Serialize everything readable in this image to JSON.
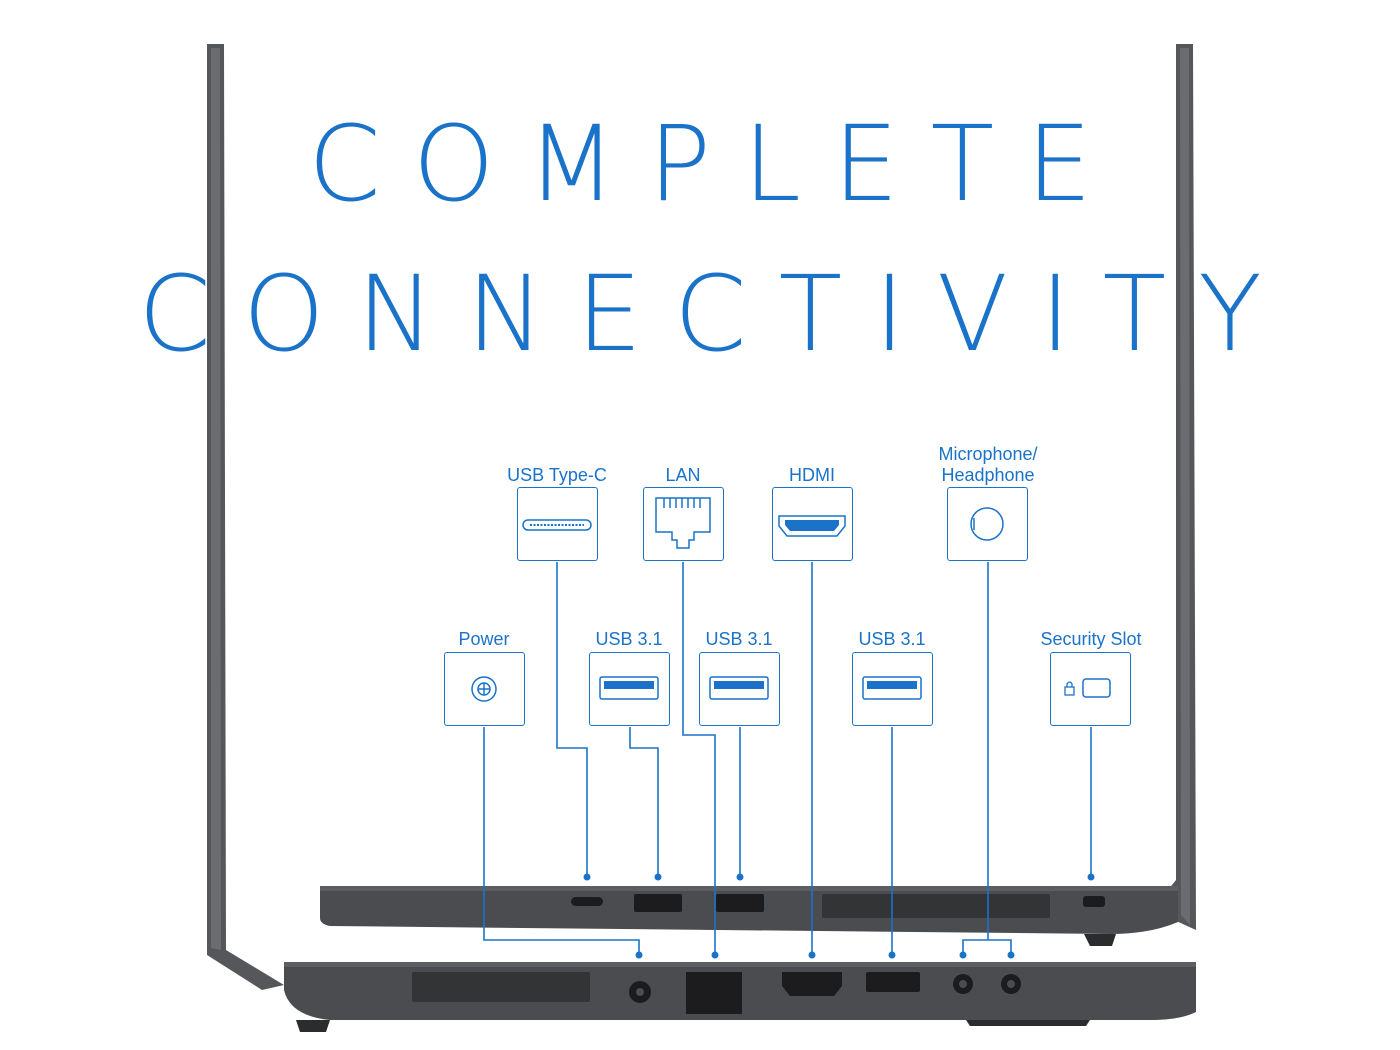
{
  "headline": {
    "line1": "COMPLETE",
    "line2": "CONNECTIVITY"
  },
  "ports_top_row": [
    {
      "label": "USB Type-C",
      "icon": "usb-type-c-icon"
    },
    {
      "label": "LAN",
      "icon": "lan-port-icon"
    },
    {
      "label": "HDMI",
      "icon": "hdmi-port-icon"
    },
    {
      "label": "Microphone/",
      "label2": "Headphone",
      "icon": "audio-jack-icon"
    }
  ],
  "ports_bottom_row": [
    {
      "label": "Power",
      "icon": "power-port-icon"
    },
    {
      "label": "USB 3.1",
      "icon": "usb-a-icon"
    },
    {
      "label": "USB 3.1",
      "icon": "usb-a-icon"
    },
    {
      "label": "USB 3.1",
      "icon": "usb-a-icon"
    },
    {
      "label": "Security Slot",
      "icon": "security-lock-icon"
    }
  ],
  "colors": {
    "accent": "#1a73c9",
    "laptop_body": "#4a4a4c",
    "laptop_dark": "#2e2e30"
  }
}
